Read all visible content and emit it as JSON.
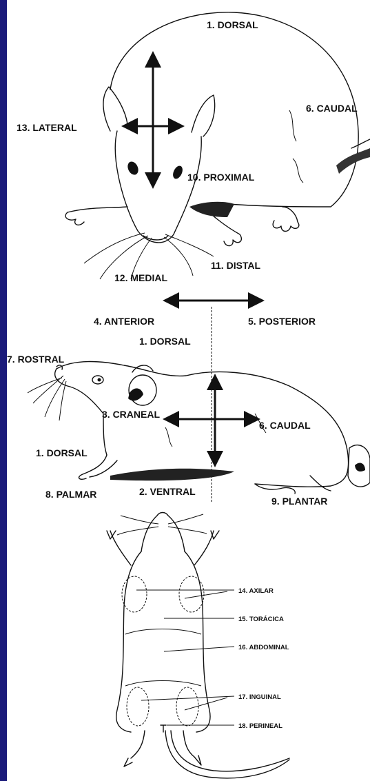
{
  "colors": {
    "frame": "#1a1a7a",
    "ink": "#111111",
    "paper": "#ffffff"
  },
  "top_view": {
    "dorsal": "1. DORSAL",
    "caudal": "6. CAUDAL",
    "lateral": "13. LATERAL",
    "proximal": "10. PROXIMAL",
    "distal": "11. DISTAL",
    "medial": "12. MEDIAL"
  },
  "side_view": {
    "anterior": "4. ANTERIOR",
    "posterior": "5. POSTERIOR",
    "dorsal_top": "1. DORSAL",
    "rostral": "7. ROSTRAL",
    "craneal": "3. CRANEAL",
    "caudal": "6. CAUDAL",
    "dorsal_hand": "1. DORSAL",
    "palmar": "8. PALMAR",
    "ventral": "2. VENTRAL",
    "plantar": "9. PLANTAR"
  },
  "ventral_view": {
    "axilar": "14. AXILAR",
    "toracica": "15. TORÁCICA",
    "abdominal": "16. ABDOMINAL",
    "inguinal": "17. INGUINAL",
    "perineal": "18. PERINEAL"
  }
}
